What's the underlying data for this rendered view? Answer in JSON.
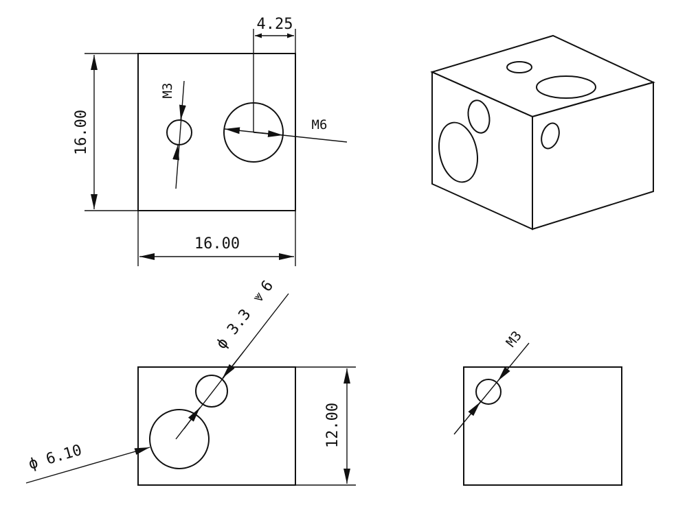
{
  "front_view": {
    "width_dim": "16.00",
    "height_dim": "16.00",
    "offset_dim": "4.25",
    "small_hole": "M3",
    "large_hole": "M6"
  },
  "bottom_view": {
    "large_hole_dim": "ϕ 6.10",
    "small_hole_dim": "ϕ 3.3",
    "depth_symbol": "⩔",
    "depth_value": "6",
    "height_dim": "12.00"
  },
  "side_view": {
    "hole": "M3"
  }
}
